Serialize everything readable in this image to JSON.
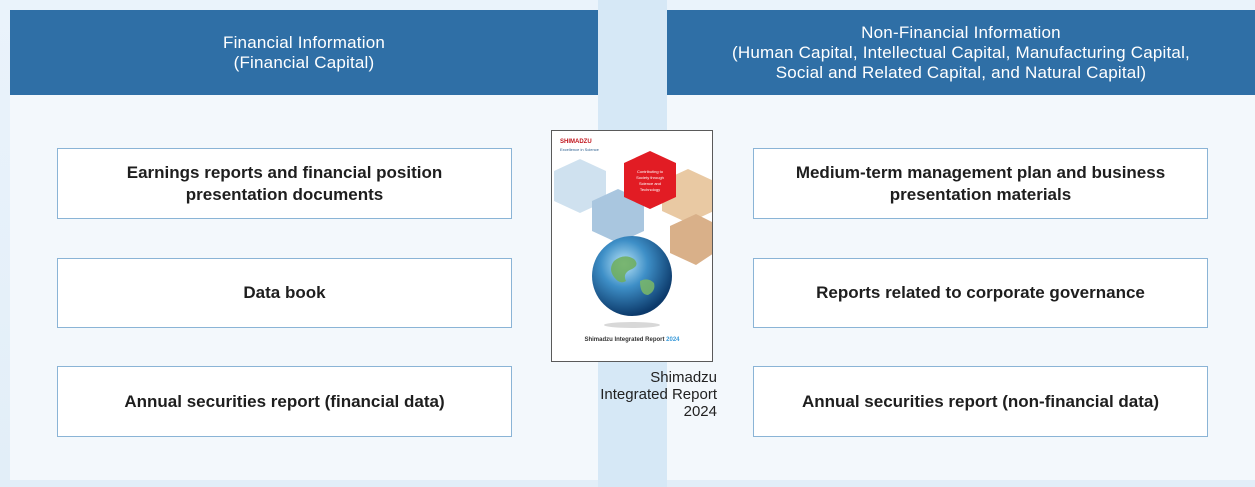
{
  "left_panel": {
    "header_line1": "Financial Information",
    "header_line2": "(Financial Capital)",
    "boxes": [
      {
        "line1": "Earnings reports and financial position",
        "line2": "presentation documents"
      },
      {
        "line1": "Data book",
        "line2": ""
      },
      {
        "line1": "Annual securities report (financial data)",
        "line2": ""
      }
    ]
  },
  "right_panel": {
    "header_line1": "Non-Financial Information",
    "header_line2": "(Human Capital, Intellectual Capital, Manufacturing Capital,",
    "header_line3": "Social and Related Capital, and Natural Capital)",
    "boxes": [
      {
        "line1": "Medium-term management plan and business",
        "line2": "presentation materials"
      },
      {
        "line1": "Reports related to corporate governance",
        "line2": ""
      },
      {
        "line1": "Annual securities report (non-financial data)",
        "line2": ""
      }
    ]
  },
  "report": {
    "cover_logo": "SHIMADZU",
    "cover_logo_sub": "Excellence in Science",
    "cover_circle_text": "Contributing to Society through Science and Technology",
    "cover_title": "Shimadzu Integrated Report",
    "cover_year": "2024",
    "caption_line1": "Shimadzu",
    "caption_line2": "Integrated Report",
    "caption_line3": "2024"
  },
  "colors": {
    "header_blue": "#2f6fa6",
    "box_border": "#8ab4d6",
    "panel_bg": "#f3f8fc",
    "logo_red": "#c0141c"
  },
  "icons": [
    "earth-globe-icon"
  ]
}
